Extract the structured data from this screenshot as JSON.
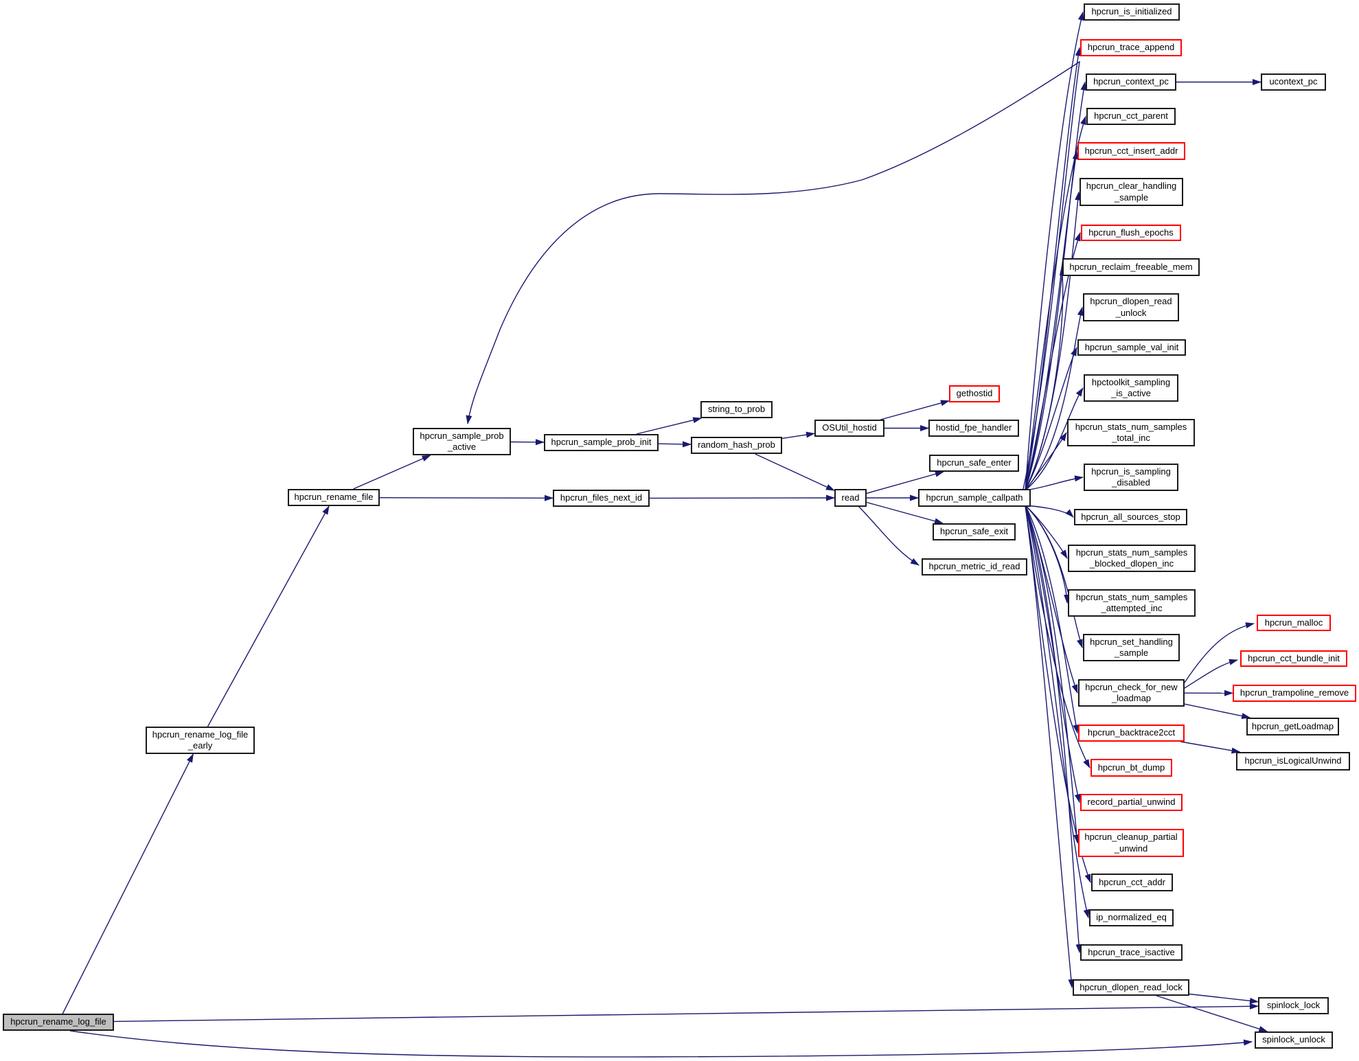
{
  "diagram": {
    "kind": "doxygen-call-graph",
    "root": "hpcrun_rename_log_file"
  },
  "colors": {
    "edge": "#191970",
    "node_border": "#1a1a1a",
    "node_border_special": "#ff0000",
    "node_fill": "#ffffff",
    "focus_fill": "#bfbfbf",
    "background": "#ffffff",
    "text": "#000000"
  },
  "nodes": {
    "rename_log_file": {
      "label": "hpcrun_rename_log_file",
      "style": "focus"
    },
    "rename_log_file_early": {
      "label": "hpcrun_rename_log_file\n_early",
      "style": "normal"
    },
    "rename_file": {
      "label": "hpcrun_rename_file",
      "style": "normal"
    },
    "sample_prob_active": {
      "label": "hpcrun_sample_prob\n_active",
      "style": "normal"
    },
    "sample_prob_init": {
      "label": "hpcrun_sample_prob_init",
      "style": "normal"
    },
    "string_to_prob": {
      "label": "string_to_prob",
      "style": "normal"
    },
    "random_hash_prob": {
      "label": "random_hash_prob",
      "style": "normal"
    },
    "osutil_hostid": {
      "label": "OSUtil_hostid",
      "style": "normal"
    },
    "gethostid": {
      "label": "gethostid",
      "style": "red"
    },
    "hostid_fpe_handler": {
      "label": "hostid_fpe_handler",
      "style": "normal"
    },
    "files_next_id": {
      "label": "hpcrun_files_next_id",
      "style": "normal"
    },
    "read": {
      "label": "read",
      "style": "normal"
    },
    "safe_enter": {
      "label": "hpcrun_safe_enter",
      "style": "normal"
    },
    "sample_callpath": {
      "label": "hpcrun_sample_callpath",
      "style": "normal"
    },
    "safe_exit": {
      "label": "hpcrun_safe_exit",
      "style": "normal"
    },
    "metric_id_read": {
      "label": "hpcrun_metric_id_read",
      "style": "normal"
    },
    "is_initialized": {
      "label": "hpcrun_is_initialized",
      "style": "normal"
    },
    "trace_append": {
      "label": "hpcrun_trace_append",
      "style": "red"
    },
    "context_pc": {
      "label": "hpcrun_context_pc",
      "style": "normal"
    },
    "ucontext_pc": {
      "label": "ucontext_pc",
      "style": "normal"
    },
    "cct_parent": {
      "label": "hpcrun_cct_parent",
      "style": "normal"
    },
    "cct_insert_addr": {
      "label": "hpcrun_cct_insert_addr",
      "style": "red"
    },
    "clear_handling_sample": {
      "label": "hpcrun_clear_handling\n_sample",
      "style": "normal"
    },
    "flush_epochs": {
      "label": "hpcrun_flush_epochs",
      "style": "red"
    },
    "reclaim_freeable_mem": {
      "label": "hpcrun_reclaim_freeable_mem",
      "style": "normal"
    },
    "dlopen_read_unlock": {
      "label": "hpcrun_dlopen_read\n_unlock",
      "style": "normal"
    },
    "sample_val_init": {
      "label": "hpcrun_sample_val_init",
      "style": "normal"
    },
    "sampling_is_active": {
      "label": "hpctoolkit_sampling\n_is_active",
      "style": "normal"
    },
    "stats_total_inc": {
      "label": "hpcrun_stats_num_samples\n_total_inc",
      "style": "normal"
    },
    "is_sampling_disabled": {
      "label": "hpcrun_is_sampling\n_disabled",
      "style": "normal"
    },
    "all_sources_stop": {
      "label": "hpcrun_all_sources_stop",
      "style": "normal"
    },
    "stats_blocked_dlopen_inc": {
      "label": "hpcrun_stats_num_samples\n_blocked_dlopen_inc",
      "style": "normal"
    },
    "stats_attempted_inc": {
      "label": "hpcrun_stats_num_samples\n_attempted_inc",
      "style": "normal"
    },
    "set_handling_sample": {
      "label": "hpcrun_set_handling\n_sample",
      "style": "normal"
    },
    "check_for_new_loadmap": {
      "label": "hpcrun_check_for_new\n_loadmap",
      "style": "normal"
    },
    "malloc": {
      "label": "hpcrun_malloc",
      "style": "red"
    },
    "cct_bundle_init": {
      "label": "hpcrun_cct_bundle_init",
      "style": "red"
    },
    "trampoline_remove": {
      "label": "hpcrun_trampoline_remove",
      "style": "red"
    },
    "getLoadmap": {
      "label": "hpcrun_getLoadmap",
      "style": "normal"
    },
    "backtrace2cct": {
      "label": "hpcrun_backtrace2cct",
      "style": "red"
    },
    "isLogicalUnwind": {
      "label": "hpcrun_isLogicalUnwind",
      "style": "normal"
    },
    "bt_dump": {
      "label": "hpcrun_bt_dump",
      "style": "red"
    },
    "record_partial_unwind": {
      "label": "record_partial_unwind",
      "style": "red"
    },
    "cleanup_partial_unwind": {
      "label": "hpcrun_cleanup_partial\n_unwind",
      "style": "red"
    },
    "cct_addr": {
      "label": "hpcrun_cct_addr",
      "style": "normal"
    },
    "ip_normalized_eq": {
      "label": "ip_normalized_eq",
      "style": "normal"
    },
    "trace_isactive": {
      "label": "hpcrun_trace_isactive",
      "style": "normal"
    },
    "dlopen_read_lock": {
      "label": "hpcrun_dlopen_read_lock",
      "style": "normal"
    },
    "spinlock_lock": {
      "label": "spinlock_lock",
      "style": "normal"
    },
    "spinlock_unlock": {
      "label": "spinlock_unlock",
      "style": "normal"
    }
  },
  "edges": [
    {
      "from": "rename_log_file",
      "to": "rename_log_file_early"
    },
    {
      "from": "rename_log_file",
      "to": "spinlock_lock"
    },
    {
      "from": "rename_log_file",
      "to": "spinlock_unlock"
    },
    {
      "from": "rename_log_file_early",
      "to": "rename_file"
    },
    {
      "from": "rename_file",
      "to": "sample_prob_active"
    },
    {
      "from": "rename_file",
      "to": "files_next_id"
    },
    {
      "from": "sample_prob_active",
      "to": "sample_prob_init"
    },
    {
      "from": "sample_prob_init",
      "to": "string_to_prob"
    },
    {
      "from": "sample_prob_init",
      "to": "random_hash_prob"
    },
    {
      "from": "random_hash_prob",
      "to": "osutil_hostid"
    },
    {
      "from": "random_hash_prob",
      "to": "read"
    },
    {
      "from": "osutil_hostid",
      "to": "gethostid"
    },
    {
      "from": "osutil_hostid",
      "to": "hostid_fpe_handler"
    },
    {
      "from": "files_next_id",
      "to": "read"
    },
    {
      "from": "read",
      "to": "safe_enter"
    },
    {
      "from": "read",
      "to": "sample_callpath"
    },
    {
      "from": "read",
      "to": "safe_exit"
    },
    {
      "from": "read",
      "to": "metric_id_read"
    },
    {
      "from": "sample_callpath",
      "to": "is_initialized"
    },
    {
      "from": "sample_callpath",
      "to": "trace_append"
    },
    {
      "from": "sample_callpath",
      "to": "context_pc"
    },
    {
      "from": "sample_callpath",
      "to": "cct_parent"
    },
    {
      "from": "sample_callpath",
      "to": "cct_insert_addr"
    },
    {
      "from": "sample_callpath",
      "to": "clear_handling_sample"
    },
    {
      "from": "sample_callpath",
      "to": "flush_epochs"
    },
    {
      "from": "sample_callpath",
      "to": "reclaim_freeable_mem"
    },
    {
      "from": "sample_callpath",
      "to": "dlopen_read_unlock"
    },
    {
      "from": "sample_callpath",
      "to": "sample_val_init"
    },
    {
      "from": "sample_callpath",
      "to": "sampling_is_active"
    },
    {
      "from": "sample_callpath",
      "to": "stats_total_inc"
    },
    {
      "from": "sample_callpath",
      "to": "is_sampling_disabled"
    },
    {
      "from": "sample_callpath",
      "to": "all_sources_stop"
    },
    {
      "from": "sample_callpath",
      "to": "stats_blocked_dlopen_inc"
    },
    {
      "from": "sample_callpath",
      "to": "stats_attempted_inc"
    },
    {
      "from": "sample_callpath",
      "to": "set_handling_sample"
    },
    {
      "from": "sample_callpath",
      "to": "check_for_new_loadmap"
    },
    {
      "from": "sample_callpath",
      "to": "backtrace2cct"
    },
    {
      "from": "sample_callpath",
      "to": "bt_dump"
    },
    {
      "from": "sample_callpath",
      "to": "record_partial_unwind"
    },
    {
      "from": "sample_callpath",
      "to": "cleanup_partial_unwind"
    },
    {
      "from": "sample_callpath",
      "to": "cct_addr"
    },
    {
      "from": "sample_callpath",
      "to": "ip_normalized_eq"
    },
    {
      "from": "sample_callpath",
      "to": "trace_isactive"
    },
    {
      "from": "sample_callpath",
      "to": "dlopen_read_lock"
    },
    {
      "from": "sample_callpath",
      "to": "sample_prob_active"
    },
    {
      "from": "context_pc",
      "to": "ucontext_pc"
    },
    {
      "from": "check_for_new_loadmap",
      "to": "malloc"
    },
    {
      "from": "check_for_new_loadmap",
      "to": "cct_bundle_init"
    },
    {
      "from": "check_for_new_loadmap",
      "to": "trampoline_remove"
    },
    {
      "from": "check_for_new_loadmap",
      "to": "getLoadmap"
    },
    {
      "from": "backtrace2cct",
      "to": "isLogicalUnwind"
    },
    {
      "from": "dlopen_read_lock",
      "to": "spinlock_lock"
    },
    {
      "from": "dlopen_read_lock",
      "to": "spinlock_unlock"
    }
  ]
}
